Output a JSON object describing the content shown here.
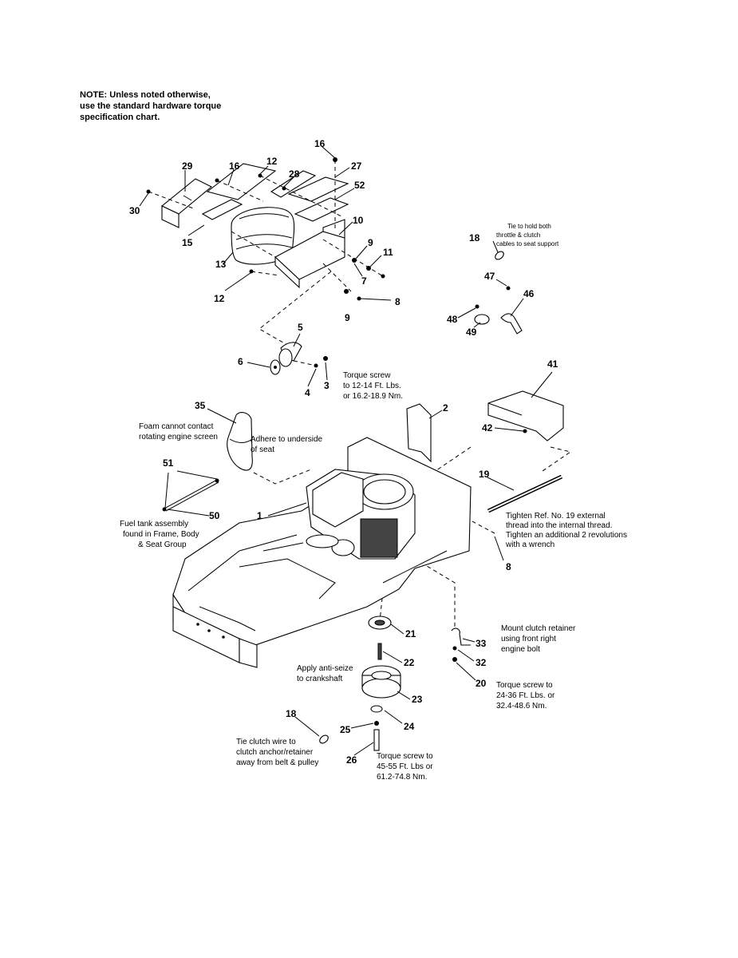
{
  "note": "NOTE: Unless noted otherwise,\nuse the standard hardware torque\nspecification chart.",
  "callouts": {
    "c1": "1",
    "c2": "2",
    "c3": "3",
    "c4": "4",
    "c5": "5",
    "c6": "6",
    "c7": "7",
    "c8a": "8",
    "c8b": "8",
    "c9a": "9",
    "c9b": "9",
    "c10": "10",
    "c11": "11",
    "c12a": "12",
    "c12b": "12",
    "c13": "13",
    "c15": "15",
    "c16a": "16",
    "c16b": "16",
    "c18a": "18",
    "c18b": "18",
    "c19": "19",
    "c20": "20",
    "c21": "21",
    "c22": "22",
    "c23": "23",
    "c24": "24",
    "c25": "25",
    "c26": "26",
    "c27": "27",
    "c28": "28",
    "c29": "29",
    "c30": "30",
    "c32": "32",
    "c33": "33",
    "c35": "35",
    "c41": "41",
    "c42": "42",
    "c46": "46",
    "c47": "47",
    "c48": "48",
    "c49": "49",
    "c50": "50",
    "c51": "51",
    "c52": "52"
  },
  "annotations": {
    "tie_cables": [
      "Tie to hold both",
      "throttle & clutch",
      "cables to seat support"
    ],
    "torque_3": [
      "Torque screw",
      "to 12-14 Ft. Lbs.",
      "or 16.2-18.9 Nm."
    ],
    "foam": [
      "Foam cannot contact",
      "rotating engine screen"
    ],
    "adhere": [
      "Adhere to underside",
      "of seat"
    ],
    "fuel_tank": [
      "Fuel tank assembly",
      "found in Frame, Body",
      "& Seat Group"
    ],
    "tighten_19": [
      "Tighten Ref. No. 19 external",
      "thread into the internal thread.",
      "Tighten an additional 2 revolutions",
      "with a wrench"
    ],
    "mount_clutch": [
      "Mount clutch retainer",
      "using front right",
      "engine bolt"
    ],
    "anti_seize": [
      "Apply anti-seize",
      "to crankshaft"
    ],
    "torque_20": [
      "Torque screw to",
      "24-36 Ft. Lbs. or",
      "32.4-48.6 Nm."
    ],
    "tie_clutch": [
      "Tie clutch wire to",
      "clutch anchor/retainer",
      "away from belt & pulley"
    ],
    "torque_26": [
      "Torque screw to",
      "45-55 Ft. Lbs or",
      "61.2-74.8 Nm."
    ]
  }
}
